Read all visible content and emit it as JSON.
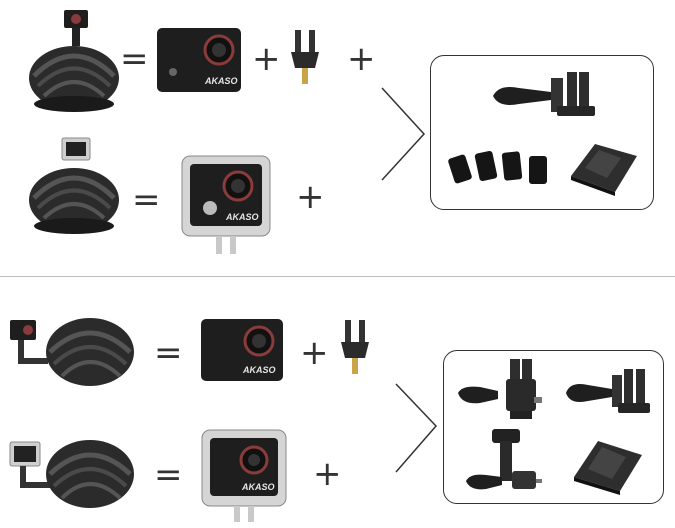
{
  "sections": [
    {
      "name": "top",
      "rows": [
        {
          "equals": "=",
          "plus1": "+",
          "plus2": "+",
          "camera_brand": "AKASO"
        },
        {
          "equals": "=",
          "plus1": "+",
          "camera_brand": "AKASO"
        }
      ],
      "accessories": [
        "quick-release-screw",
        "adhesive-pads",
        "flat-mount"
      ]
    },
    {
      "name": "bottom",
      "rows": [
        {
          "equals": "=",
          "plus1": "+",
          "camera_brand": "AKASO"
        },
        {
          "equals": "=",
          "plus1": "+",
          "camera_brand": "AKASO"
        }
      ],
      "accessories": [
        "extension-arm",
        "quick-release-screw",
        "j-hook-arm",
        "curved-mount"
      ]
    }
  ],
  "colors": {
    "helmet": "#2b2b2b",
    "camera": "#1e1e1e",
    "lens_ring": "#8a3b3b",
    "housing": "#c9c9c9",
    "line": "#333333"
  }
}
